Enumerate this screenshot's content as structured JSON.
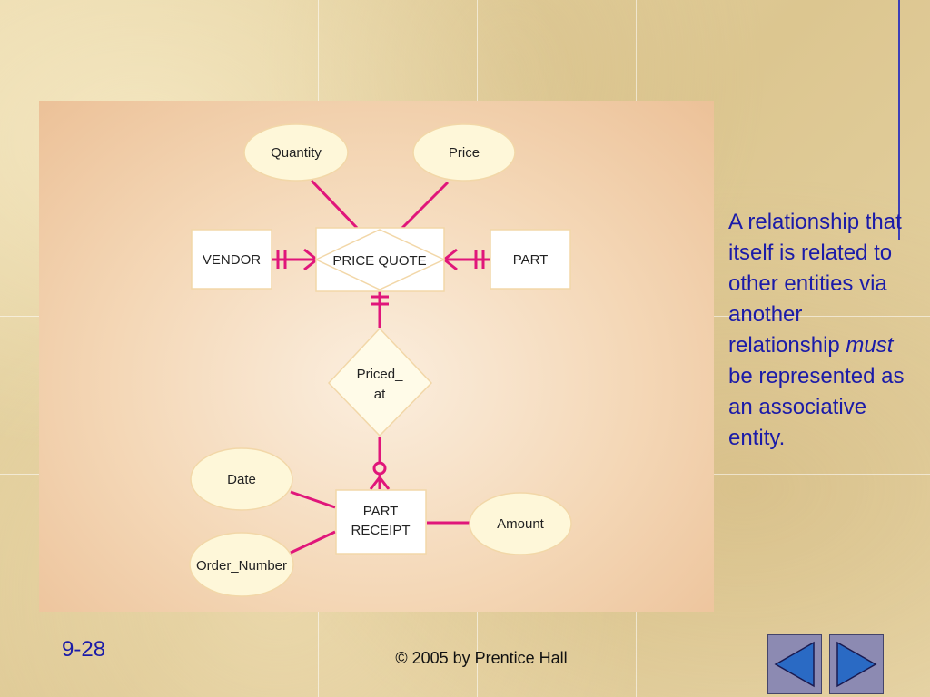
{
  "diagram": {
    "entities": {
      "vendor": "VENDOR",
      "price_quote": "PRICE QUOTE",
      "part": "PART",
      "part_receipt_1": "PART",
      "part_receipt_2": "RECEIPT"
    },
    "relationship": {
      "line1": "Priced_",
      "line2": "at"
    },
    "attributes": {
      "quantity": "Quantity",
      "price": "Price",
      "date": "Date",
      "order_number": "Order_Number",
      "amount": "Amount"
    }
  },
  "side_text": {
    "before": "A relationship that itself is related to other entities via another relationship",
    "emphasis": "must",
    "after": " be represented as an associative entity."
  },
  "footer": {
    "slide_number": "9-28",
    "copyright": "© 2005 by Prentice Hall"
  },
  "colors": {
    "connector": "#e0167a",
    "text_blue": "#1b1ba8"
  },
  "icons": {
    "prev": "triangle-left-icon",
    "next": "triangle-right-icon"
  }
}
